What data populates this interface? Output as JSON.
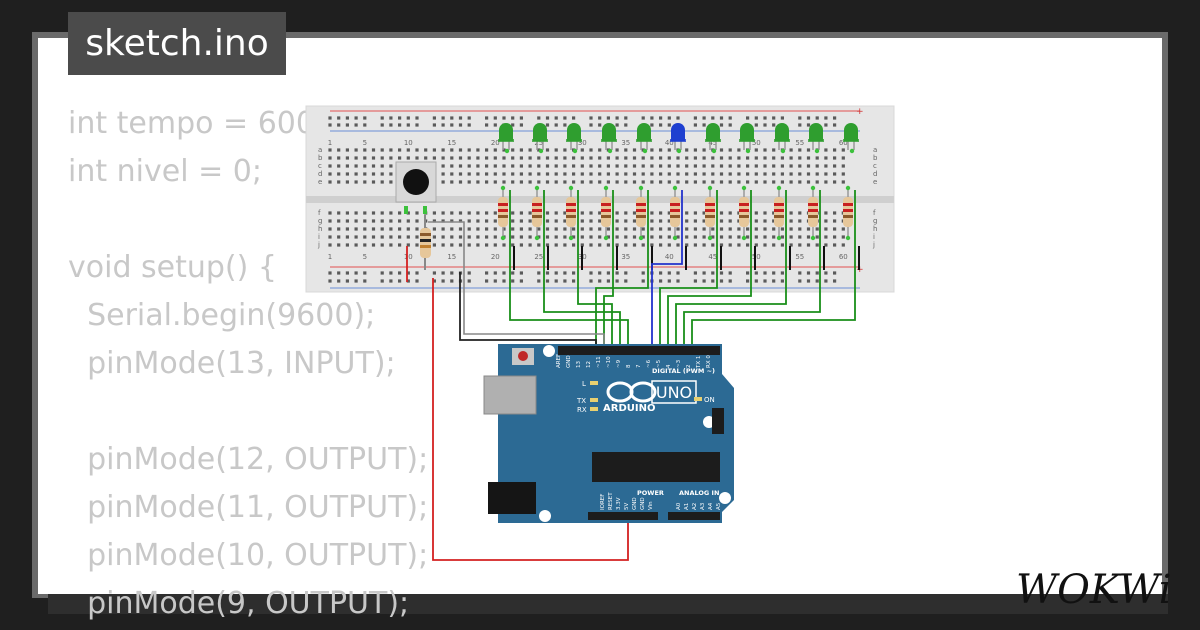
{
  "tab": {
    "title": "sketch.ino"
  },
  "code": {
    "lines": [
      "int tempo = 600",
      "int nivel = 0;",
      "",
      "void setup() {",
      "  Serial.begin(9600);",
      "  pinMode(13, INPUT);",
      "",
      "  pinMode(12, OUTPUT);",
      "  pinMode(11, OUTPUT);",
      "  pinMode(10, OUTPUT);",
      "  pinMode(9, OUTPUT);"
    ]
  },
  "breadboard": {
    "top_numbers": [
      "1",
      "5",
      "10",
      "15",
      "20",
      "25",
      "30",
      "35",
      "40",
      "45",
      "50",
      "55",
      "60"
    ],
    "bottom_numbers": [
      "1",
      "5",
      "10",
      "15",
      "20",
      "25",
      "30",
      "35",
      "40",
      "45",
      "50",
      "55",
      "60"
    ],
    "row_letters_top": [
      "a",
      "b",
      "c",
      "d",
      "e"
    ],
    "row_letters_bottom": [
      "f",
      "g",
      "h",
      "i",
      "j"
    ],
    "rail_plus": "+",
    "rail_minus": "-"
  },
  "leds": [
    {
      "color": "#2f9e2f"
    },
    {
      "color": "#2f9e2f"
    },
    {
      "color": "#2f9e2f"
    },
    {
      "color": "#2f9e2f"
    },
    {
      "color": "#2f9e2f"
    },
    {
      "color": "#1e3fd0"
    },
    {
      "color": "#2f9e2f"
    },
    {
      "color": "#2f9e2f"
    },
    {
      "color": "#2f9e2f"
    },
    {
      "color": "#2f9e2f"
    },
    {
      "color": "#2f9e2f"
    }
  ],
  "arduino": {
    "board": "UNO",
    "brand": "ARDUINO",
    "digital_label": "DIGITAL (PWM ~)",
    "power_label": "POWER",
    "analog_label": "ANALOG IN",
    "on_label": "ON",
    "l_label": "L",
    "tx_label": "TX",
    "rx_label": "RX",
    "header_pins": [
      "AREF",
      "GND",
      "13",
      "12",
      "~11",
      "~10",
      "~9",
      "8",
      "7",
      "~6",
      "~5",
      "4",
      "~3",
      "2",
      "TX 1",
      "RX 0"
    ],
    "power_pins": [
      "IOREF",
      "RESET",
      "3.3V",
      "5V",
      "GND",
      "GND",
      "Vin"
    ],
    "analog_pins": [
      "A0",
      "A1",
      "A2",
      "A3",
      "A4",
      "A5"
    ],
    "color": "#2c6a94"
  },
  "logo": {
    "text": "WOKWi"
  },
  "colors": {
    "wire_green": "#1a8f1a",
    "wire_blue": "#2233cc",
    "wire_red": "#d42020",
    "wire_black": "#222222"
  }
}
